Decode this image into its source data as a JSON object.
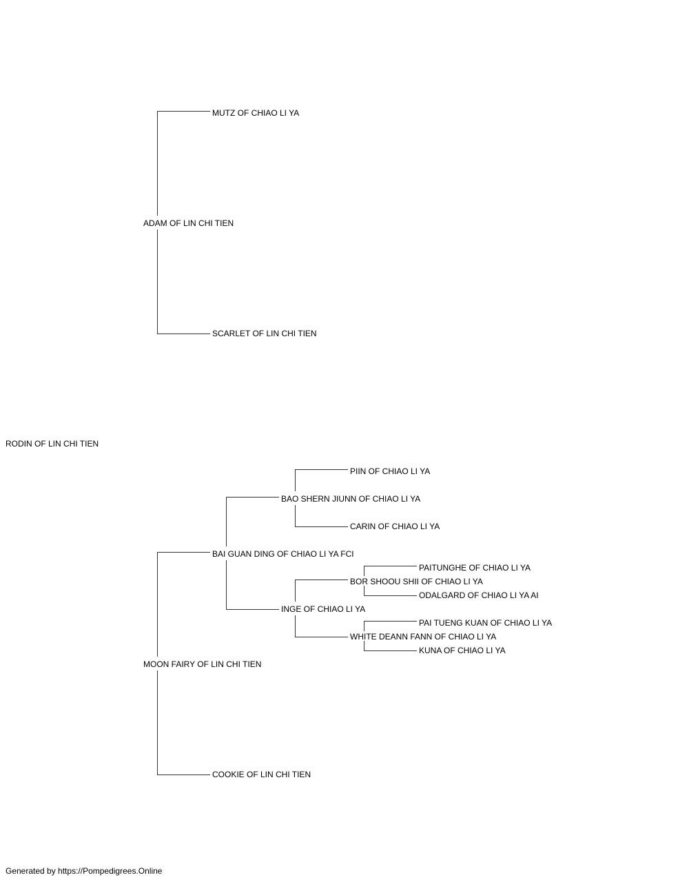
{
  "pedigree": {
    "subject": "RODIN OF LIN CHI TIEN",
    "sire": {
      "name": "ADAM OF LIN CHI TIEN",
      "sire": {
        "name": "MUTZ OF CHIAO LI YA"
      },
      "dam": {
        "name": "SCARLET OF LIN CHI TIEN"
      }
    },
    "dam": {
      "name": "MOON FAIRY OF LIN CHI TIEN",
      "sire": {
        "name": "BAI GUAN DING OF CHIAO LI YA FCI",
        "sire": {
          "name": "BAO SHERN JIUNN OF CHIAO LI YA",
          "sire": {
            "name": "PIIN OF CHIAO LI YA"
          },
          "dam": {
            "name": "CARIN OF CHIAO LI YA"
          }
        },
        "dam": {
          "name": "INGE OF CHIAO LI YA",
          "sire": {
            "name": "BOR SHOOU SHII OF CHIAO LI YA",
            "sire": {
              "name": "PAITUNGHE OF CHIAO LI YA"
            },
            "dam": {
              "name": "ODALGARD OF CHIAO LI YA AI"
            }
          },
          "dam": {
            "name": "WHITE DEANN FANN OF CHIAO LI YA",
            "sire": {
              "name": "PAI TUENG KUAN OF CHIAO LI YA"
            },
            "dam": {
              "name": "KUNA OF CHIAO LI YA"
            }
          }
        }
      },
      "dam": {
        "name": "COOKIE OF LIN CHI TIEN"
      }
    }
  },
  "footer": "Generated by https://Pompedigrees.Online",
  "line_color": "#333333"
}
